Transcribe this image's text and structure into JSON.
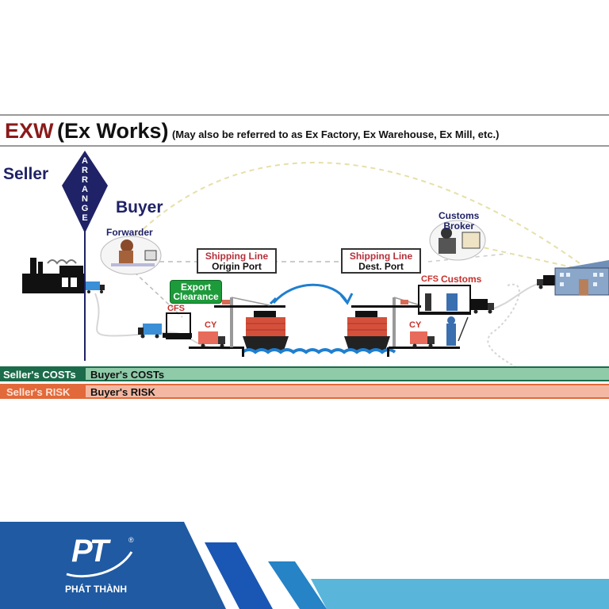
{
  "header": {
    "title_code": "EXW",
    "title_name": "(Ex Works)",
    "subtitle": "(May also be referred to as Ex Factory, Ex Warehouse, Ex Mill, etc.)"
  },
  "parties": {
    "seller": "Seller",
    "buyer": "Buyer",
    "arrange": [
      "A",
      "R",
      "R",
      "A",
      "N",
      "G",
      "E"
    ]
  },
  "actors": {
    "forwarder": "Forwarder",
    "customs_broker_line1": "Customs",
    "customs_broker_line2": "Broker"
  },
  "boxes": {
    "origin_line1": "Shipping Line",
    "origin_line2": "Origin Port",
    "dest_line1": "Shipping Line",
    "dest_line2": "Dest. Port",
    "export_line1": "Export",
    "export_line2": "Clearance"
  },
  "facilities": {
    "cfs_origin": "CFS",
    "cy_origin": "CY",
    "cfs_dest": "CFS",
    "customs_dest": "Customs",
    "cy_dest": "CY"
  },
  "bars": {
    "costs": {
      "seller": "Seller's COSTs",
      "buyer": "Buyer's COSTs"
    },
    "risk": {
      "seller": "Seller's RISK",
      "buyer": "Buyer's RISK"
    }
  },
  "colors": {
    "navy": "#1f2266",
    "title_red": "#8b1a1a",
    "cost_dark": "#1c6b4a",
    "cost_light": "#8fcaa9",
    "risk_dark": "#e2693a",
    "risk_light": "#f4b8a2",
    "brand_blue": "#1f5aa3"
  },
  "brand": {
    "logo_text": "PT",
    "registered": "®",
    "company": "PHÁT THÀNH"
  }
}
